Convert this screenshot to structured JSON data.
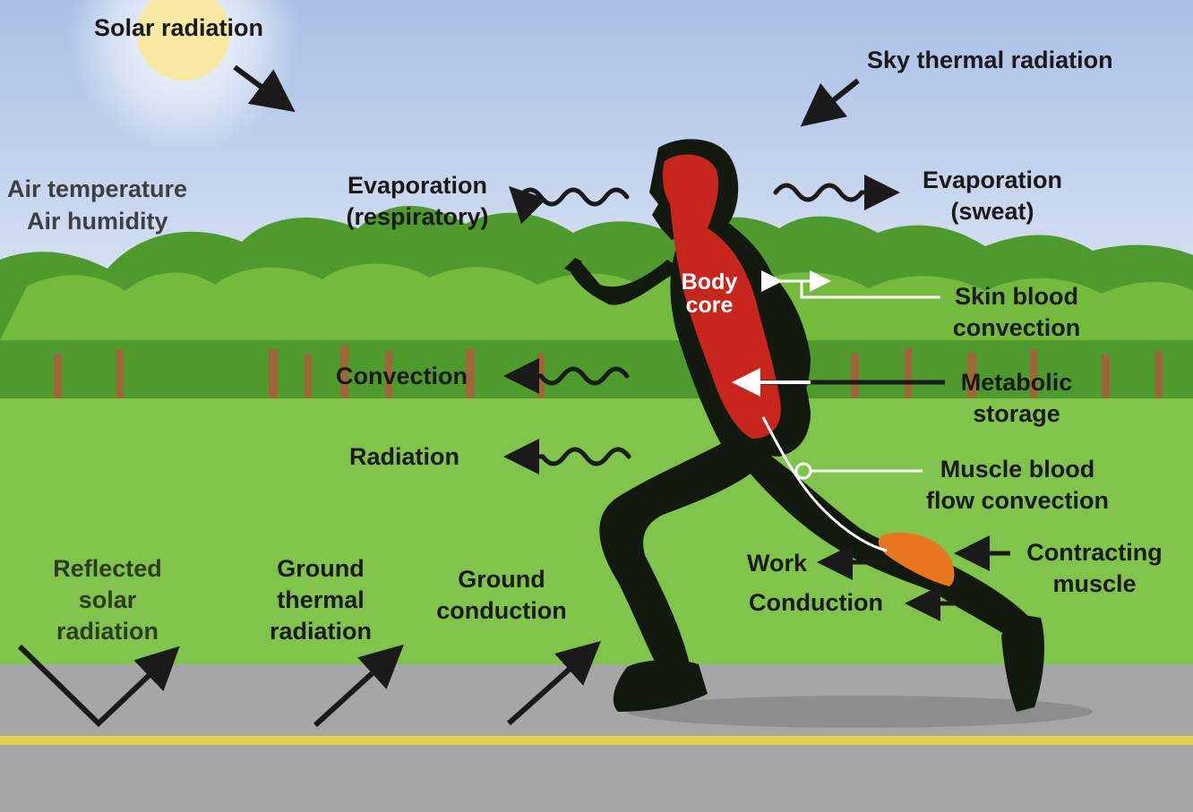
{
  "labels": {
    "solar_radiation": "Solar radiation",
    "sky_thermal_radiation": "Sky thermal radiation",
    "air_temperature": "Air temperature",
    "air_humidity": "Air humidity",
    "evaporation_respiratory_1": "Evaporation",
    "evaporation_respiratory_2": "(respiratory)",
    "evaporation_sweat_1": "Evaporation",
    "evaporation_sweat_2": "(sweat)",
    "body_core_1": "Body",
    "body_core_2": "core",
    "skin_blood_convection_1": "Skin blood",
    "skin_blood_convection_2": "convection",
    "convection": "Convection",
    "metabolic_storage_1": "Metabolic",
    "metabolic_storage_2": "storage",
    "radiation": "Radiation",
    "muscle_blood_flow_1": "Muscle blood",
    "muscle_blood_flow_2": "flow convection",
    "work": "Work",
    "conduction": "Conduction",
    "contracting_muscle_1": "Contracting",
    "contracting_muscle_2": "muscle",
    "reflected_solar_1": "Reflected",
    "reflected_solar_2": "solar",
    "reflected_solar_3": "radiation",
    "ground_thermal_1": "Ground",
    "ground_thermal_2": "thermal",
    "ground_thermal_3": "radiation",
    "ground_conduction_1": "Ground",
    "ground_conduction_2": "conduction"
  },
  "colors": {
    "sky_top": "#a9bfe6",
    "sky_bottom": "#d4dff0",
    "tree_dark": "#4a8f2a",
    "tree_light": "#7cc243",
    "grass": "#7fc24a",
    "road": "#a7a7a7",
    "road_line": "#e8d24a",
    "runner": "#111a0e",
    "core": "#c8241c",
    "muscle": "#e8741e",
    "text": "#1a1a1a"
  }
}
